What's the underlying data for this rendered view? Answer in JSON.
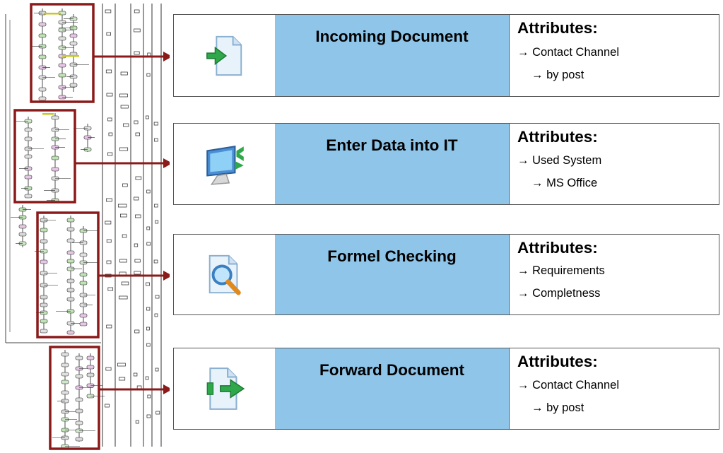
{
  "attributes_heading": "Attributes:",
  "colors": {
    "highlight": "#8b1a1a",
    "title_fill": "#8ec5e9",
    "connector": "#8b1a1a"
  },
  "steps": [
    {
      "title": "Incoming Document",
      "icon": "document-import-icon",
      "attributes": [
        "→ Contact Channel",
        "→ by post"
      ]
    },
    {
      "title": "Enter Data into IT",
      "icon": "computer-monitor-icon",
      "attributes": [
        "→ Used System",
        "→ MS Office"
      ]
    },
    {
      "title": "Formel Checking",
      "icon": "document-magnifier-icon",
      "attributes": [
        "→ Requirements",
        "→ Completness"
      ]
    },
    {
      "title": "Forward Document",
      "icon": "document-export-icon",
      "attributes": [
        "→ Contact Channel",
        "→ by post"
      ]
    }
  ]
}
